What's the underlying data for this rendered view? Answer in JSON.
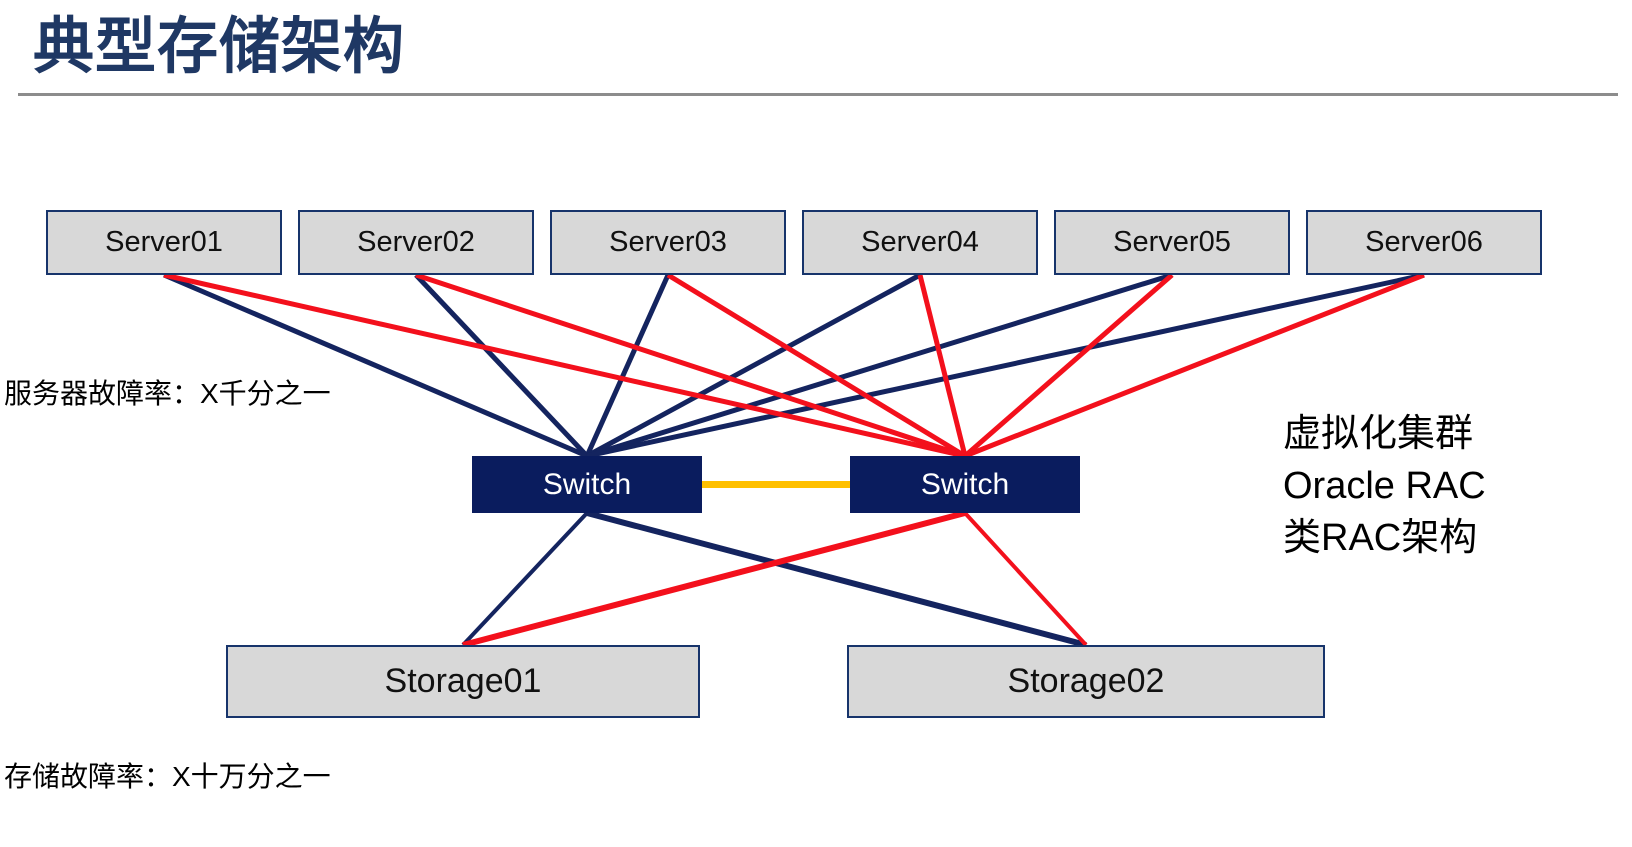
{
  "title": "典型存储架构",
  "labels": {
    "server_failure_rate": "服务器故障率：X千分之一",
    "storage_failure_rate": "存储故障率：X十万分之一"
  },
  "annotation": [
    "虚拟化集群",
    "Oracle RAC",
    "类RAC架构"
  ],
  "servers": [
    "Server01",
    "Server02",
    "Server03",
    "Server04",
    "Server05",
    "Server06"
  ],
  "switches": [
    "Switch",
    "Switch"
  ],
  "storages": [
    "Storage01",
    "Storage02"
  ],
  "colors": {
    "title_navy": "#1F3864",
    "box_fill_gray": "#D8D8D8",
    "box_border_navy": "#17346B",
    "switch_fill_navy": "#0A1C5E",
    "line_blue": "#14245F",
    "line_red": "#F3101C",
    "link_orange": "#FFC000",
    "divider_gray": "#8C8C8C"
  },
  "edges": [
    {
      "from": "server-1",
      "to": "switch-1",
      "color": "line_blue",
      "width": 5
    },
    {
      "from": "server-2",
      "to": "switch-1",
      "color": "line_blue",
      "width": 5
    },
    {
      "from": "server-3",
      "to": "switch-1",
      "color": "line_blue",
      "width": 5
    },
    {
      "from": "server-4",
      "to": "switch-1",
      "color": "line_blue",
      "width": 5
    },
    {
      "from": "server-5",
      "to": "switch-1",
      "color": "line_blue",
      "width": 5
    },
    {
      "from": "server-6",
      "to": "switch-1",
      "color": "line_blue",
      "width": 5
    },
    {
      "from": "server-1",
      "to": "switch-2",
      "color": "line_red",
      "width": 5
    },
    {
      "from": "server-2",
      "to": "switch-2",
      "color": "line_red",
      "width": 5
    },
    {
      "from": "server-3",
      "to": "switch-2",
      "color": "line_red",
      "width": 5
    },
    {
      "from": "server-4",
      "to": "switch-2",
      "color": "line_red",
      "width": 5
    },
    {
      "from": "server-5",
      "to": "switch-2",
      "color": "line_red",
      "width": 5
    },
    {
      "from": "server-6",
      "to": "switch-2",
      "color": "line_red",
      "width": 5
    },
    {
      "from": "switch-1",
      "to": "storage-1",
      "color": "line_blue",
      "width": 4
    },
    {
      "from": "switch-1",
      "to": "storage-2",
      "color": "line_blue",
      "width": 6
    },
    {
      "from": "switch-2",
      "to": "storage-1",
      "color": "line_red",
      "width": 6
    },
    {
      "from": "switch-2",
      "to": "storage-2",
      "color": "line_red",
      "width": 4
    },
    {
      "from": "switch-1",
      "to": "switch-2",
      "color": "link_orange",
      "width": 7,
      "from_side": "right",
      "to_side": "left"
    }
  ]
}
